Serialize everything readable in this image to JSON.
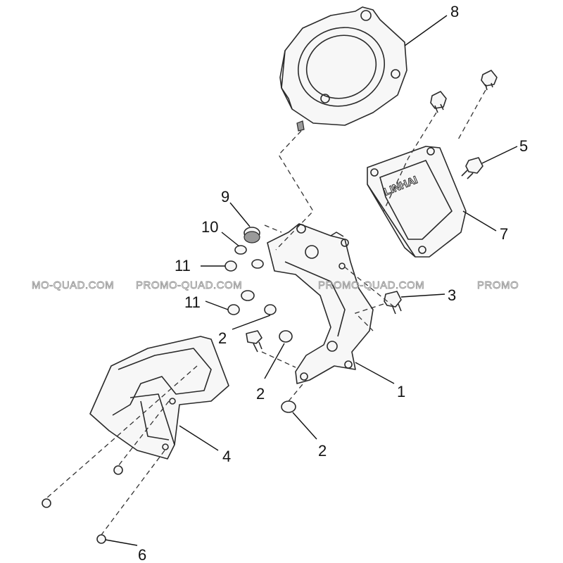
{
  "brand_text": "LINHAI",
  "watermarks": [
    "MO-QUAD.COM",
    "PROMO-QUAD.COM",
    "PROMO-QUAD.COM",
    "PROMO"
  ],
  "callouts": [
    "8",
    "5",
    "9",
    "10",
    "7",
    "11",
    "3",
    "11",
    "2",
    "2",
    "1",
    "2",
    "4",
    "6"
  ],
  "colors": {
    "line": "#2a2a2a",
    "watermark": "#9a9a9a",
    "background": "#ffffff"
  }
}
